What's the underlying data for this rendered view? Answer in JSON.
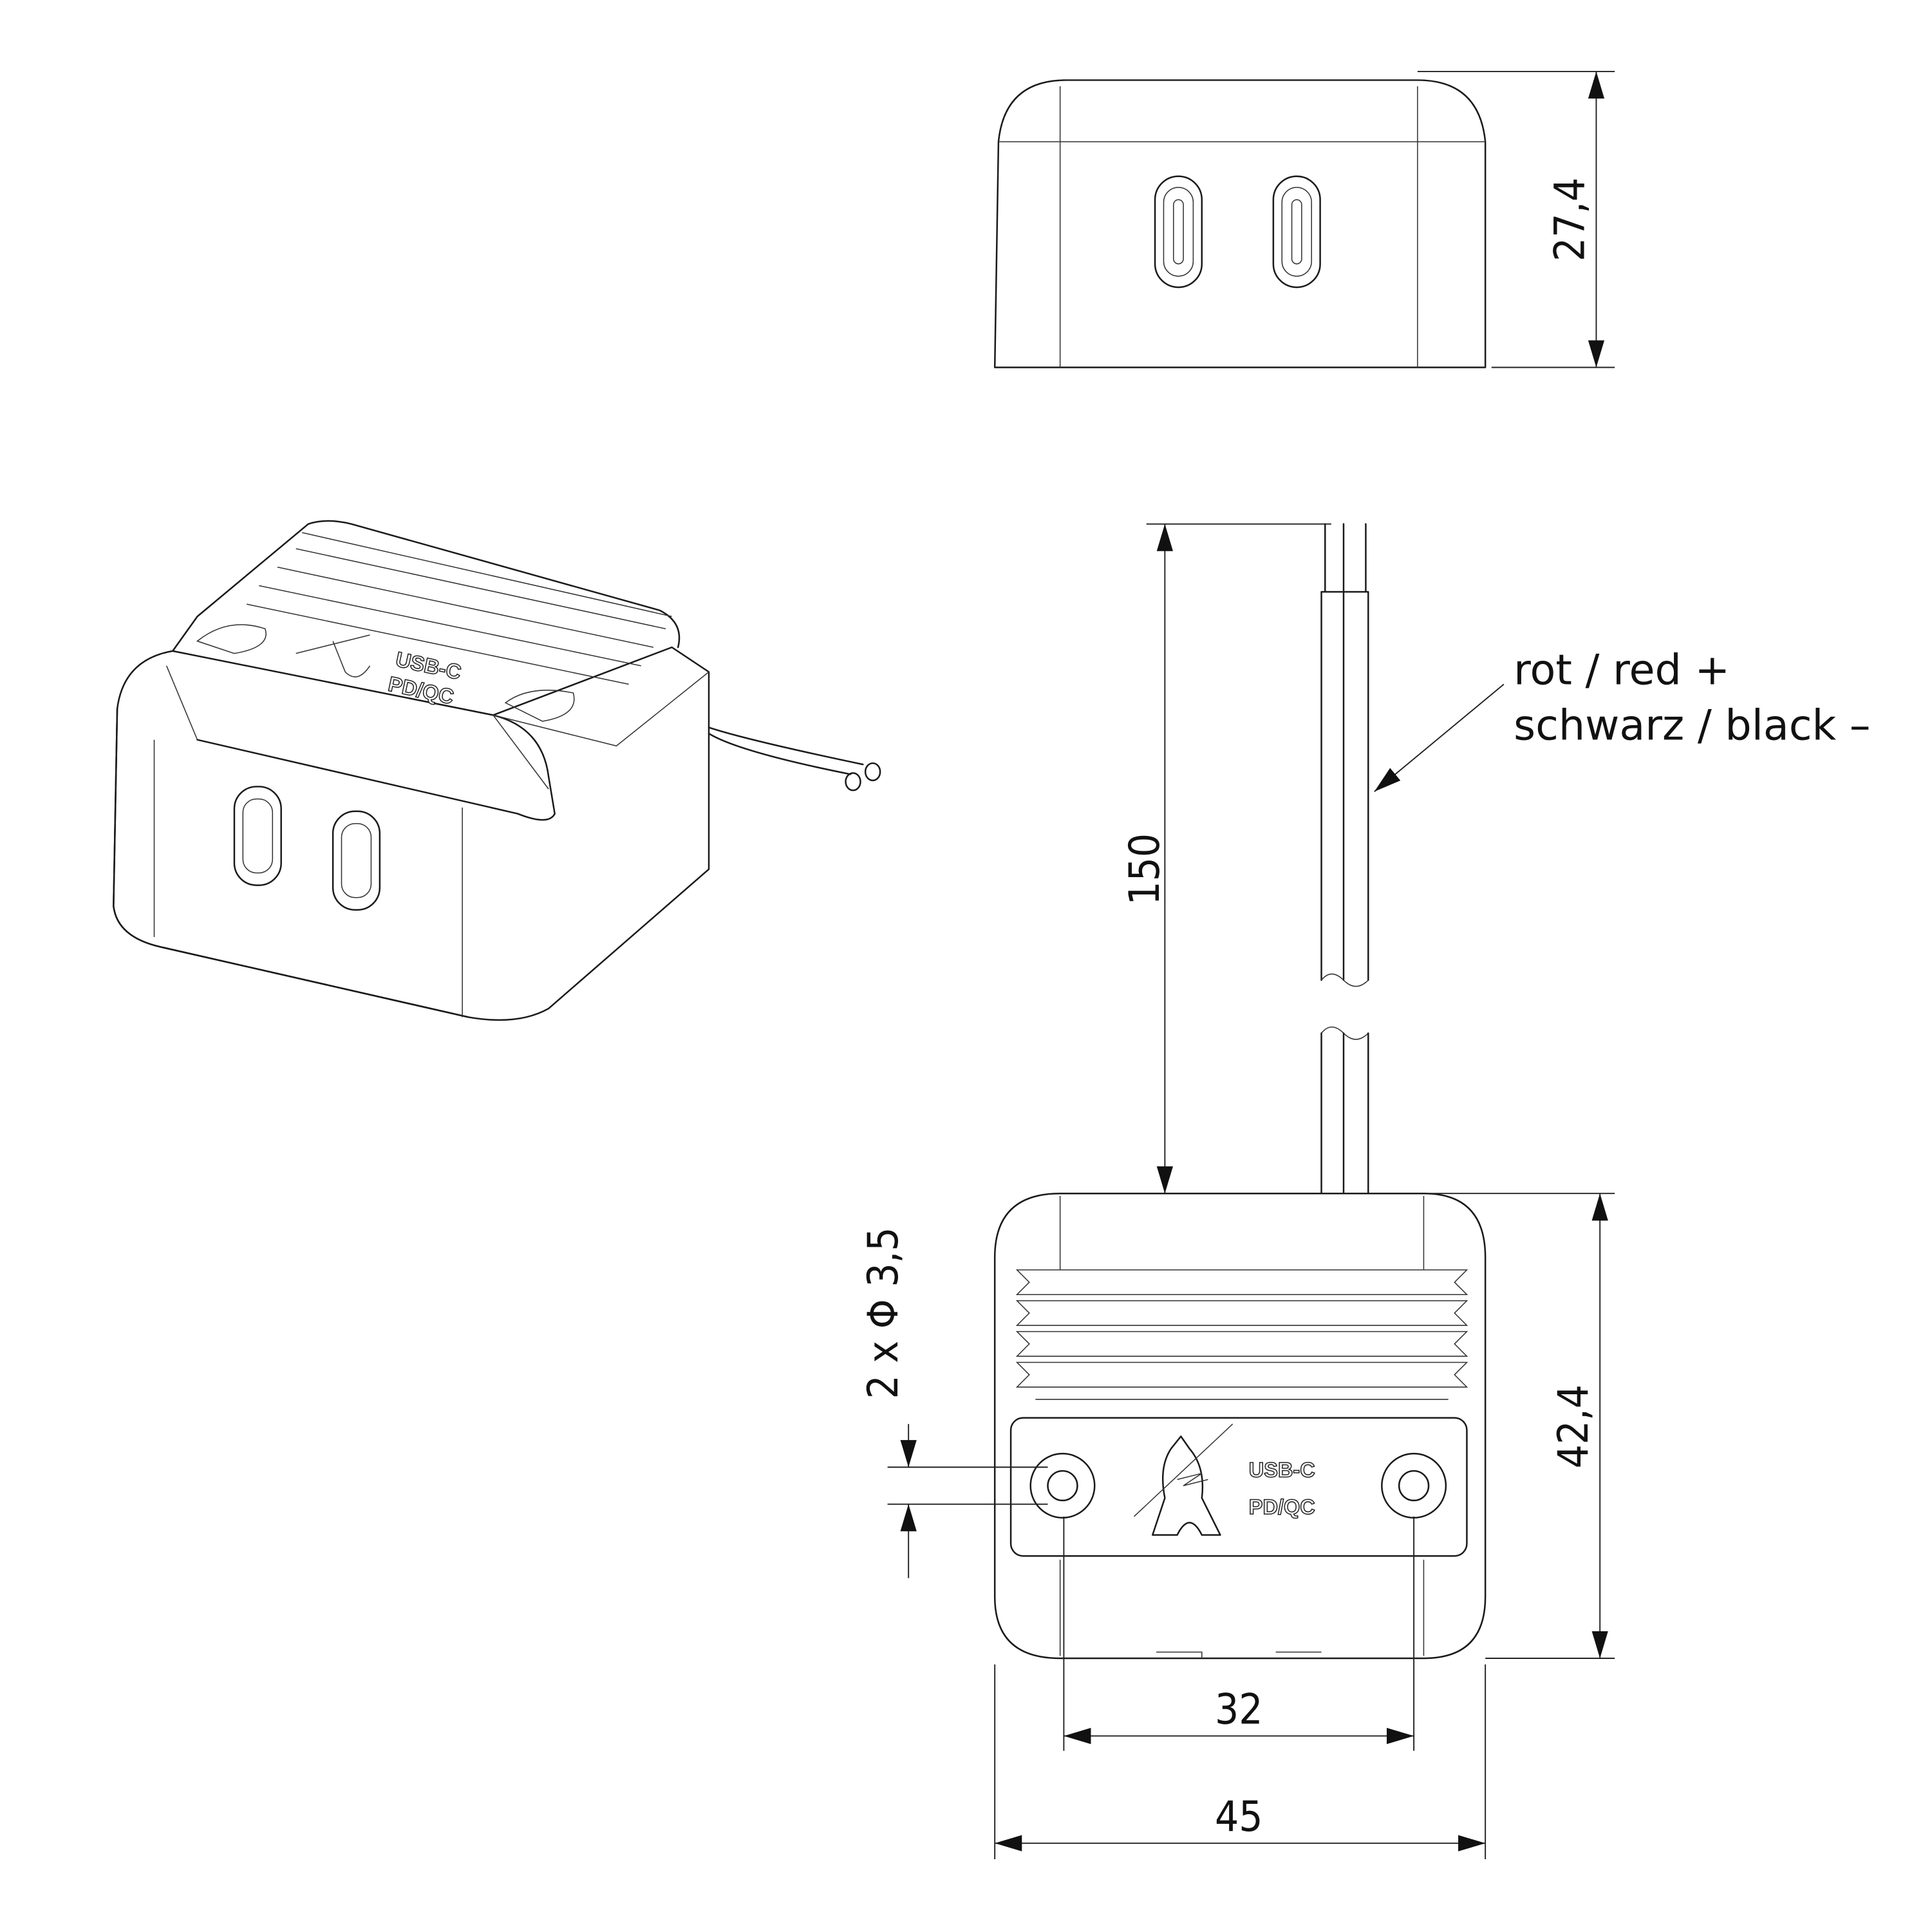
{
  "dimensions": {
    "front_height": "27,4",
    "cable_length": "150",
    "body_depth": "42,4",
    "hole_spacing": "32",
    "body_width": "45",
    "hole_diameter": "2 x Φ 3,5"
  },
  "cable_labels": {
    "red": "rot / red +",
    "black": "schwarz / black –"
  },
  "product_marking": {
    "line1": "USB-C",
    "line2": "PD/QC"
  }
}
